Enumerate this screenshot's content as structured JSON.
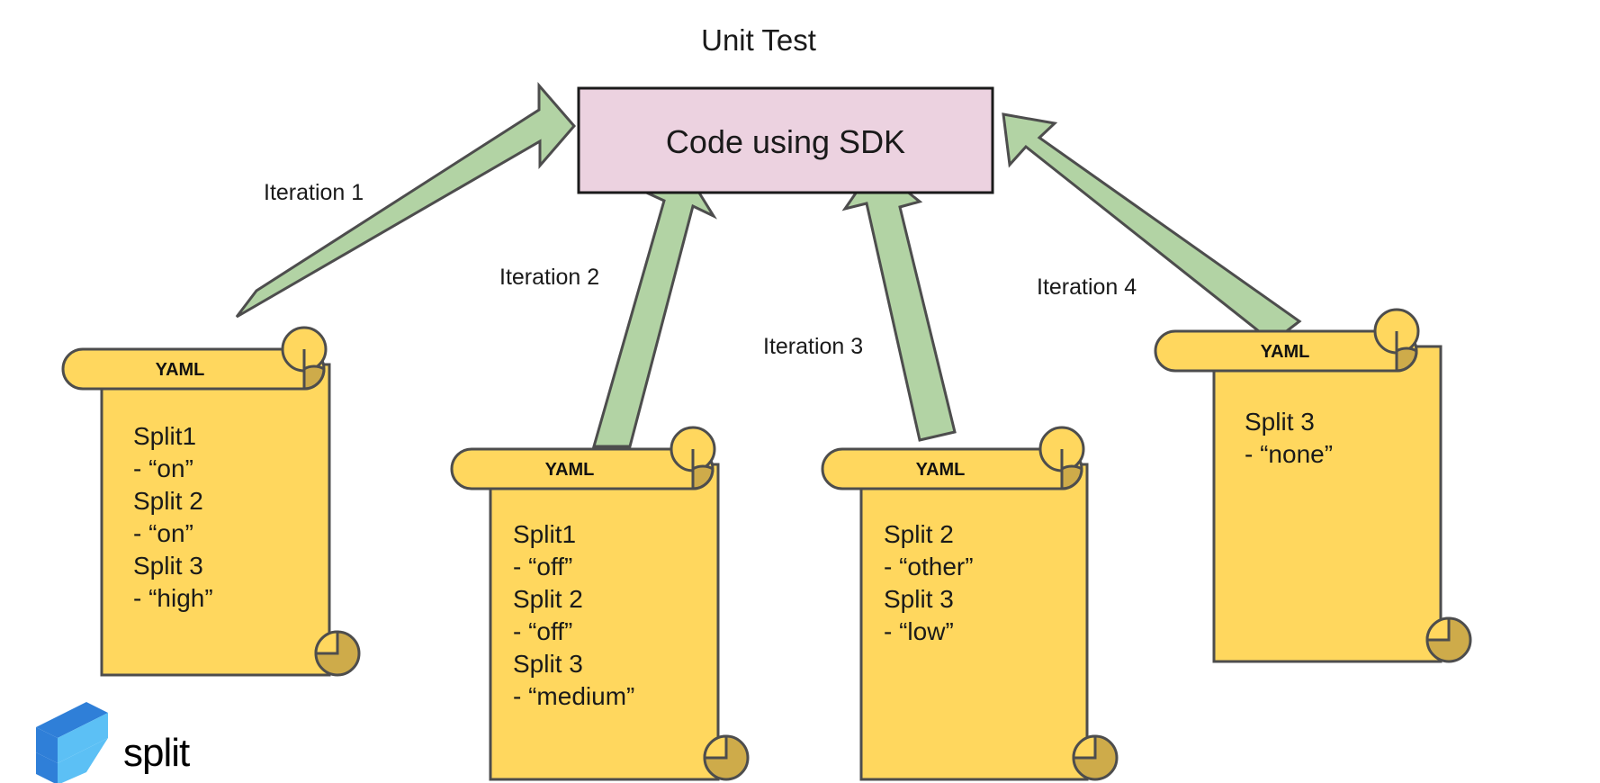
{
  "diagram": {
    "title": "Unit Test",
    "type": "flow-diagram",
    "background_color": "#ffffff"
  },
  "sdk_box": {
    "label": "Code using SDK",
    "fill_color": "#ecd2e0",
    "stroke_color": "#1a1a1a"
  },
  "arrows": {
    "fill_color": "#b2d3a4",
    "stroke_color": "#4d4d4d",
    "items": [
      {
        "label": "Iteration 1"
      },
      {
        "label": "Iteration 2"
      },
      {
        "label": "Iteration 3"
      },
      {
        "label": "Iteration 4"
      }
    ]
  },
  "scrolls": {
    "fill_color": "#ffd75e",
    "curl_color": "#ceab4a",
    "stroke_color": "#4d4d4d",
    "items": [
      {
        "header": "YAML",
        "lines": [
          "Split1",
          " - “on”",
          "Split 2",
          "- “on”",
          "Split 3",
          "- “high”"
        ]
      },
      {
        "header": "YAML",
        "lines": [
          "Split1",
          " - “off”",
          "Split 2",
          "- “off”",
          "Split 3",
          "- “medium”"
        ]
      },
      {
        "header": "YAML",
        "lines": [
          "Split 2",
          "- “other”",
          "Split 3",
          "- “low”"
        ]
      },
      {
        "header": "YAML",
        "lines": [
          "Split 3",
          "- “none”"
        ]
      }
    ]
  },
  "logo": {
    "wordmark": "split",
    "mark_dark_color": "#2f7fd8",
    "mark_light_color": "#5cc0f5"
  }
}
